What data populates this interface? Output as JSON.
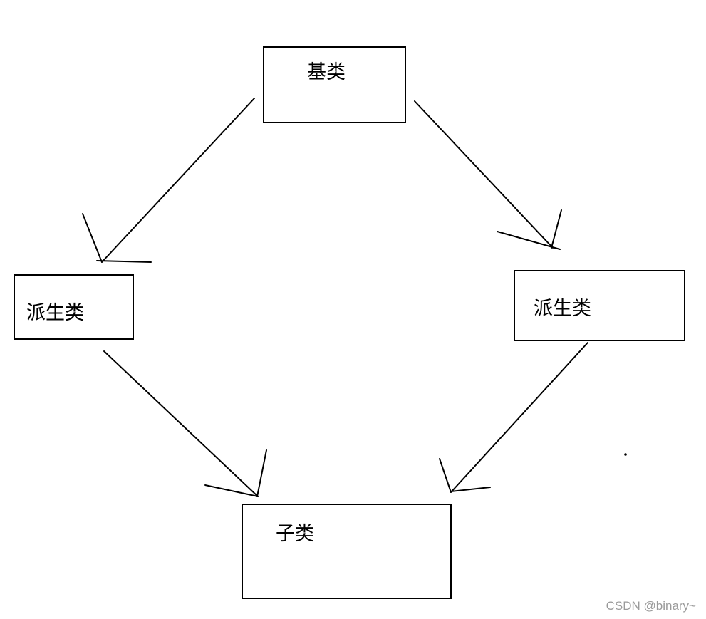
{
  "nodes": {
    "base": "基类",
    "derived_left": "派生类",
    "derived_right": "派生类",
    "child": "子类"
  },
  "watermark": "CSDN @binary~",
  "colors": {
    "stroke": "#000000",
    "background": "#ffffff",
    "watermark": "#9a9a9a"
  }
}
